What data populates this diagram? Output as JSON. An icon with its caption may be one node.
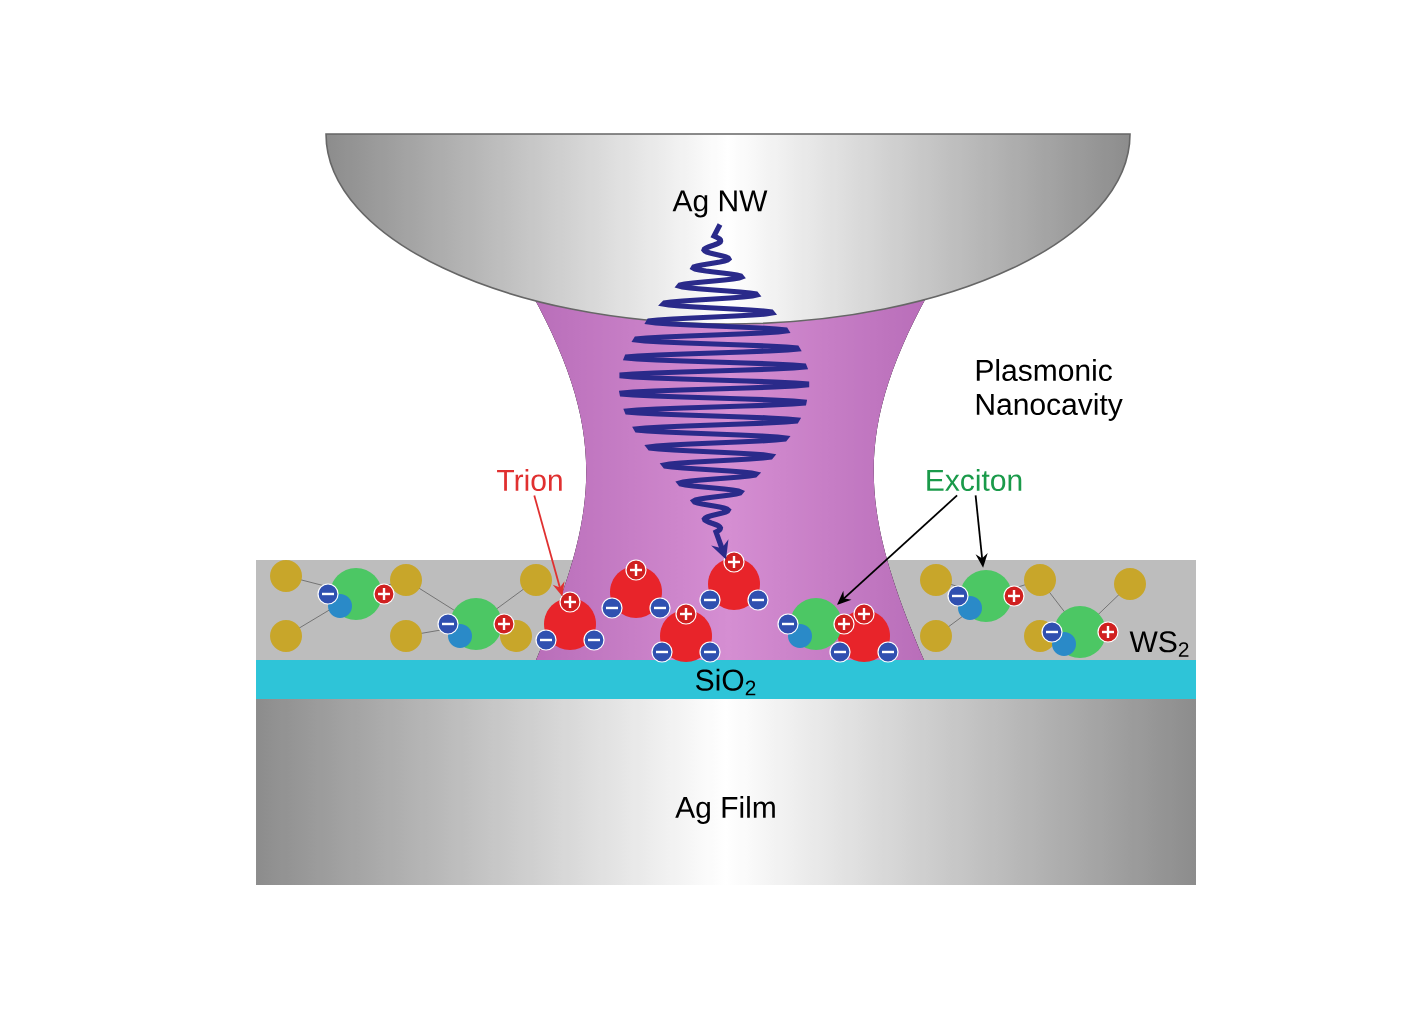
{
  "diagram": {
    "nodes": [
      {
        "text": [
          "Ag NW"
        ]
      },
      {
        "text": [
          "Trion"
        ]
      },
      {
        "text": [
          "Exciton"
        ]
      },
      {
        "text": [
          "WS$_{2}$"
        ]
      },
      {
        "text": [],
        "shape": "circle",
        "in": 3
      },
      {
        "text": [],
        "shape": "circle",
        "in": 3
      },
      {
        "text": [],
        "shape": "circle",
        "in": 3
      },
      {
        "text": [
          "SiO$_{2}$"
        ]
      },
      {
        "text": [
          "Ag Film"
        ]
      }
    ],
    "edges": [
      {
        "from": 0,
        "to": 3,
        "arrow": "to",
        "style": "thick",
        "color": "#2a2a8a"
      },
      {
        "from": 1,
        "to": 4,
        "arrow": "to",
        "color": "#e03030"
      },
      {
        "from": 2,
        "to": 5,
        "arrow": "to"
      },
      {
        "from": 2,
        "to": 6,
        "arrow": "to"
      }
    ],
    "labels": [
      "Plasmonic Nanocavity"
    ]
  }
}
